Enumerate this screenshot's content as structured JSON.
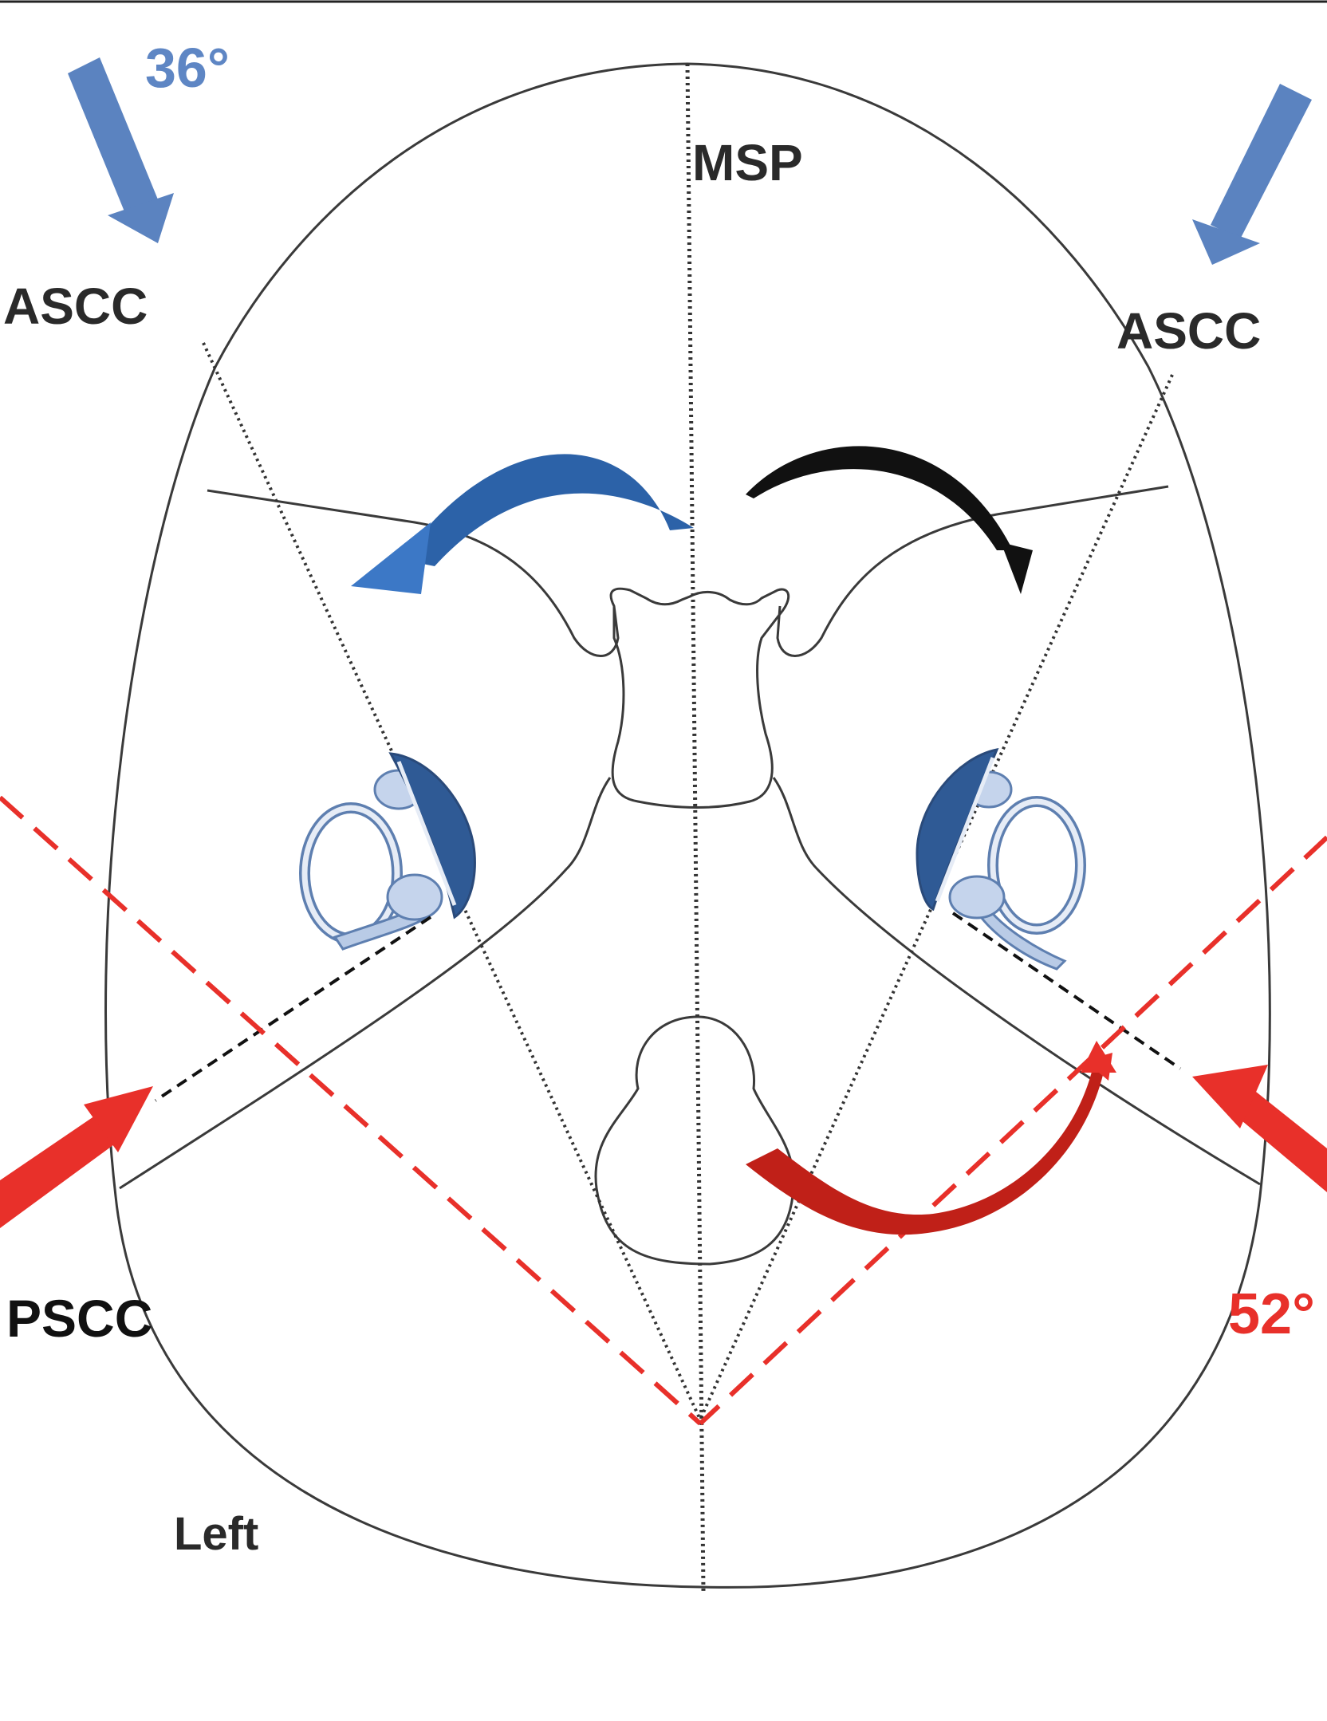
{
  "labels": {
    "angle_top": "36°",
    "msp": "MSP",
    "ascc_left": "ASCC",
    "ascc_right": "ASCC",
    "pscc": "PSCC",
    "angle_bottom": "52°",
    "side": "Left"
  },
  "colors": {
    "outline": "#2e2e2e",
    "blue_arrow": "#5b83c0",
    "blue_curve": "#2c62a8",
    "red": "#e8302a",
    "dark_red_curve": "#c02018",
    "canal_fill": "#b9cbe6",
    "canal_dark": "#2f5a95"
  }
}
